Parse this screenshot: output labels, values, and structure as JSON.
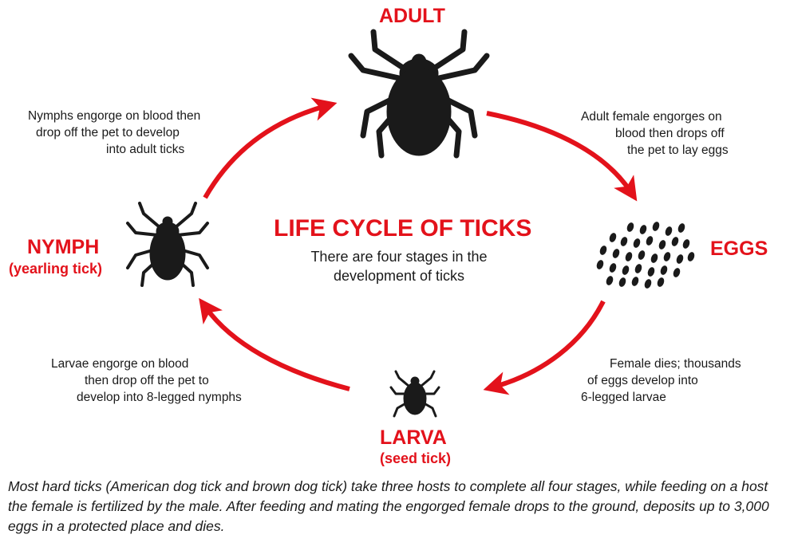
{
  "title": "LIFE CYCLE OF TICKS",
  "subtitle_line1": "There are four stages in the",
  "subtitle_line2": "development of ticks",
  "stages": {
    "adult": {
      "label": "ADULT"
    },
    "eggs": {
      "label": "EGGS"
    },
    "larva": {
      "label": "LARVA",
      "sub": "(seed tick)"
    },
    "nymph": {
      "label": "NYMPH",
      "sub": "(yearling tick)"
    }
  },
  "transitions": {
    "nymph_to_adult": [
      "Nymphs engorge on blood then",
      "drop off the pet to develop",
      "into adult ticks"
    ],
    "adult_to_eggs": [
      "Adult female engorges on",
      "blood then drops off",
      "the pet to lay eggs"
    ],
    "eggs_to_larva": [
      "Female dies; thousands",
      "of eggs develop into",
      "6-legged larvae"
    ],
    "larva_to_nymph": [
      "Larvae engorge on blood",
      "then drop off the pet to",
      "develop into 8-legged nymphs"
    ]
  },
  "footer": "Most hard ticks (American dog tick and brown dog tick) take three hosts to complete all four stages, while feeding on a host the female is fertilized by the male. After feeding and mating the engorged female drops to the ground, deposits up to 3,000 eggs in a protected place and dies.",
  "colors": {
    "accent": "#e3121b",
    "tick": "#1a1a1a"
  },
  "icons": [
    "adult-tick-icon",
    "nymph-tick-icon",
    "larva-tick-icon",
    "eggs-cluster-icon"
  ]
}
